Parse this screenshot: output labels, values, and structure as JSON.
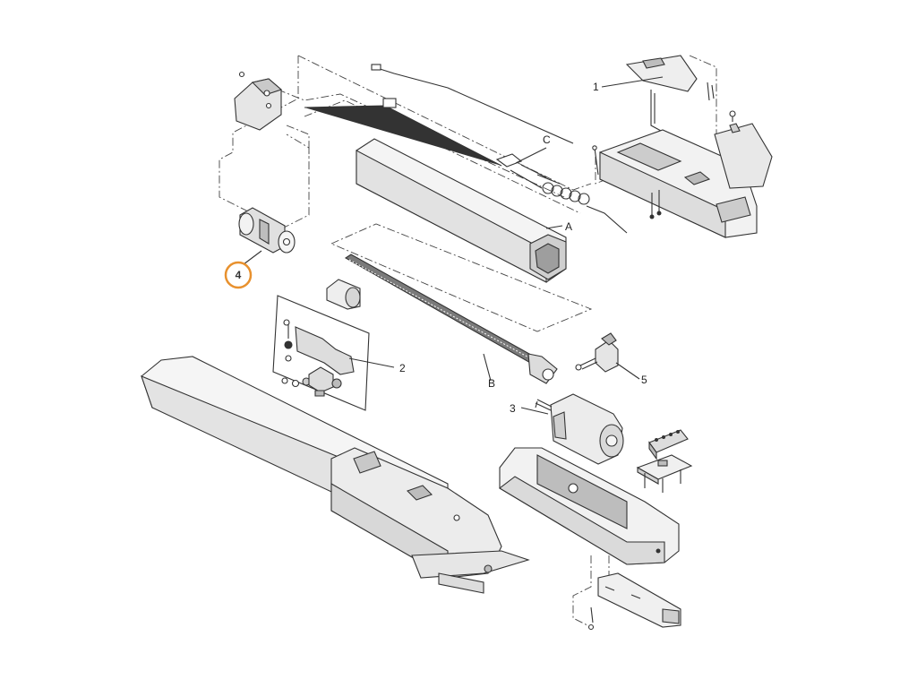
{
  "labels": {
    "l1": "1",
    "l2": "2",
    "l3": "3",
    "l4": "4",
    "l5": "5",
    "la": "A",
    "lb": "B",
    "lc": "C"
  },
  "colors": {
    "highlight": "#E8912E",
    "stroke": "#333333",
    "fill_light": "#f2f2f2",
    "fill_mid": "#d9d9d9",
    "fill_dark": "#9a9a9a"
  },
  "highlighted_part": "4"
}
